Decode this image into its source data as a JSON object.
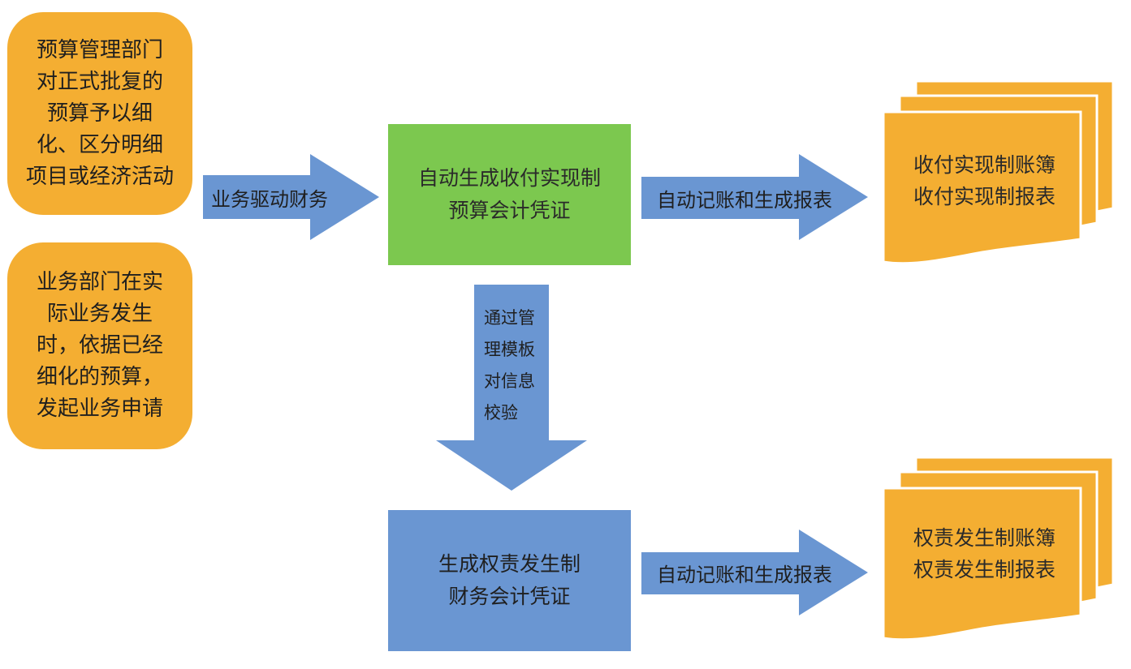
{
  "colors": {
    "orange": "#F4AE32",
    "green": "#7CC84F",
    "blue": "#6A96D2",
    "arrow": "#6A96D2"
  },
  "left_boxes": [
    {
      "lines": [
        "预算管理部门",
        "对正式批复的",
        "预算予以细",
        "化、区分明细",
        "项目或经济活动"
      ]
    },
    {
      "lines": [
        "业务部门在实",
        "际业务发生",
        "时，依据已经",
        "细化的预算，",
        "发起业务申请"
      ]
    }
  ],
  "arrow_business_finance": "业务驱动财务",
  "green_box": {
    "lines": [
      "自动生成收付实现制",
      "预算会计凭证"
    ]
  },
  "arrow_top_right": "自动记账和生成报表",
  "doc_top": {
    "lines": [
      "收付实现制账簿",
      "收付实现制报表"
    ]
  },
  "arrow_down": {
    "lines": [
      "通过管",
      "理模板",
      "对信息",
      "校验"
    ]
  },
  "blue_box": {
    "lines": [
      "生成权责发生制",
      "财务会计凭证"
    ]
  },
  "arrow_bottom_right": "自动记账和生成报表",
  "doc_bottom": {
    "lines": [
      "权责发生制账簿",
      "权责发生制报表"
    ]
  }
}
